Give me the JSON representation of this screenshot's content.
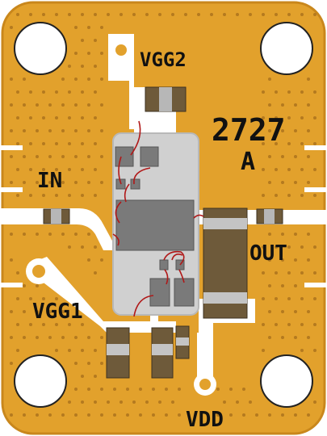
{
  "labels": {
    "vgg2": "VGG2",
    "part_number": "2727",
    "part_variant": "A",
    "in": "IN",
    "out": "OUT",
    "vgg1": "VGG1",
    "vdd": "VDD"
  },
  "colors": {
    "gold": "#e2a12c",
    "gold_edge": "#c9871c",
    "trace": "#ffffff",
    "die": "#d0d0d0",
    "pad_dark": "#7a7a7a",
    "wire": "#b01818",
    "cap_brown": "#6e5a3a",
    "cap_grey": "#c4c4c4",
    "via": "#b47a1f"
  }
}
